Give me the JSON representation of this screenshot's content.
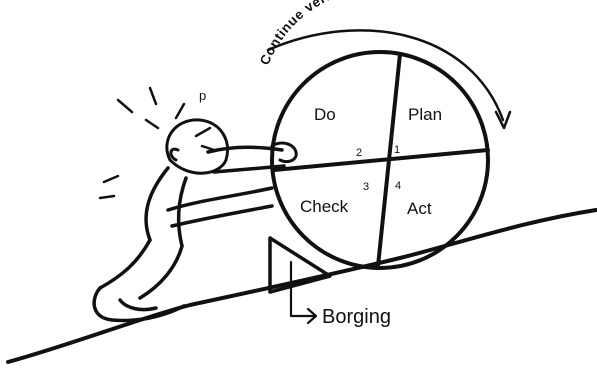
{
  "arc_label": "Continue verbetering",
  "quadrants": {
    "do": "Do",
    "plan": "Plan",
    "check": "Check",
    "act": "Act"
  },
  "numbers": {
    "n1": "1",
    "n2": "2",
    "n3": "3",
    "n4": "4"
  },
  "wedge_label": "Borging",
  "stray_mark": "p",
  "colors": {
    "ink": "#111111",
    "background": "#ffffff"
  }
}
